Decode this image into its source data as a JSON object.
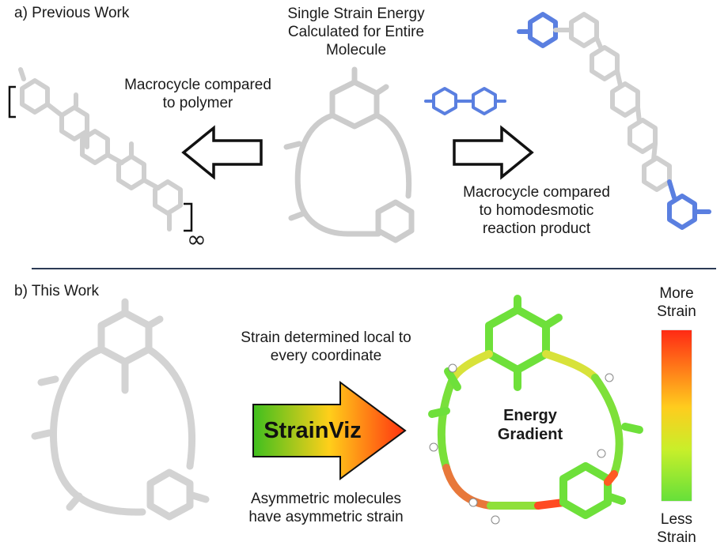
{
  "section_a": {
    "label": "a)  Previous Work",
    "center_caption": [
      "Single Strain Energy",
      "Calculated for Entire",
      "Molecule"
    ],
    "left_caption": [
      "Macrocycle compared",
      "to polymer"
    ],
    "right_caption": [
      "Macrocycle compared",
      "to homodesmotic",
      "reaction product"
    ],
    "infinity_symbol": "∞"
  },
  "section_b": {
    "label": "b)  This Work",
    "top_caption": [
      "Strain determined local to",
      "every coordinate"
    ],
    "bottom_caption": [
      "Asymmetric molecules",
      "have asymmetric strain"
    ],
    "arrow_label": "StrainViz",
    "center_label": [
      "Energy",
      "Gradient"
    ],
    "scale_top": [
      "More",
      "Strain"
    ],
    "scale_bottom": [
      "Less",
      "Strain"
    ]
  },
  "colors": {
    "gray_molecule": "#c9c9c9",
    "blue_molecule": "#5a7fe0",
    "strain_high": "#ff2a14",
    "strain_mid": "#ffcc1e",
    "strain_low": "#66e03a",
    "divider": "#2b3a55"
  }
}
